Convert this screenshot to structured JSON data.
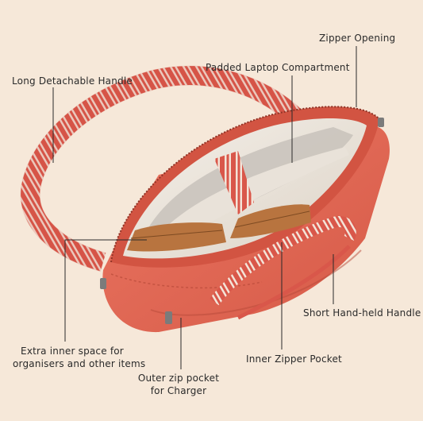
{
  "annotations": {
    "zipper_opening": "Zipper Opening",
    "padded_laptop": "Padded Laptop Compartment",
    "long_handle": "Long Detachable Handle",
    "extra_space_line1": "Extra inner space for",
    "extra_space_line2": "organisers and other items",
    "outer_zip_line1": "Outer zip pocket",
    "outer_zip_line2": "for Charger",
    "inner_zipper": "Inner Zipper Pocket",
    "short_handle": "Short Hand-held Handle"
  },
  "colors": {
    "background": "#f6e8d9",
    "bag": "#e56a55",
    "bag_dark": "#c9523f",
    "strap_red": "#d9574a",
    "strap_stripe": "#f3e4d8",
    "lining": "#ede6dc",
    "organiser": "#b8743f",
    "text": "#2a2a2a"
  }
}
